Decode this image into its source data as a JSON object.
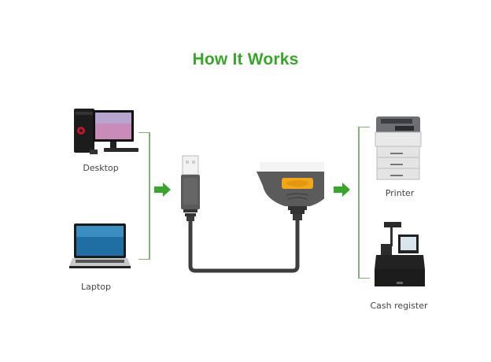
{
  "title": "How It Works",
  "devices_left": [
    {
      "label": "Desktop",
      "icon": "desktop-computer-icon"
    },
    {
      "label": "Laptop",
      "icon": "laptop-icon"
    }
  ],
  "cable": {
    "description": "USB to parallel (IEEE 1284) printer cable",
    "icon": "usb-to-parallel-cable-icon"
  },
  "devices_right": [
    {
      "label": "Printer",
      "icon": "printer-icon"
    },
    {
      "label": "Cash register",
      "icon": "cash-register-icon"
    }
  ],
  "colors": {
    "title": "#3aa52c",
    "arrow": "#3aa52c",
    "bracket": "#86b07a",
    "connector_accent": "#f0a818",
    "cable": "#4a4a4a"
  }
}
